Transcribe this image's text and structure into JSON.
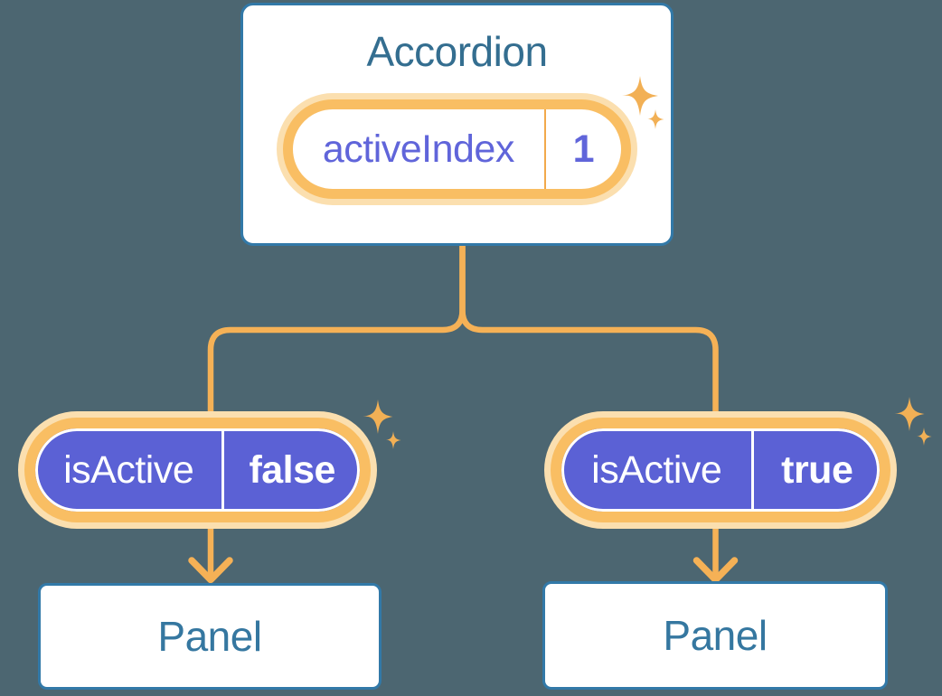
{
  "diagram": {
    "root": {
      "title": "Accordion",
      "prop": {
        "name": "activeIndex",
        "value": "1"
      }
    },
    "children": [
      {
        "prop": {
          "name": "isActive",
          "value": "false"
        },
        "panel_label": "Panel"
      },
      {
        "prop": {
          "name": "isActive",
          "value": "true"
        },
        "panel_label": "Panel"
      }
    ]
  },
  "icons": {
    "sparkle": "sparkle-icon",
    "arrow_down": "arrow-down-icon"
  },
  "colors": {
    "background": "#4C6671",
    "card_bg": "#FFFFFF",
    "card_border": "#3279A8",
    "heading_text": "#346E90",
    "panel_text": "#3577A0",
    "pill_ring": "#F9BE63",
    "pill_glow": "#FBDFAF",
    "pill_fill_purple": "#5B61D5",
    "pill_text_purple": "#6065DA",
    "pill_text_white": "#FFFFFF",
    "pill_divider_orange": "#F2A94B",
    "connector": "#F5B156",
    "sparkle": "#F2B055"
  }
}
